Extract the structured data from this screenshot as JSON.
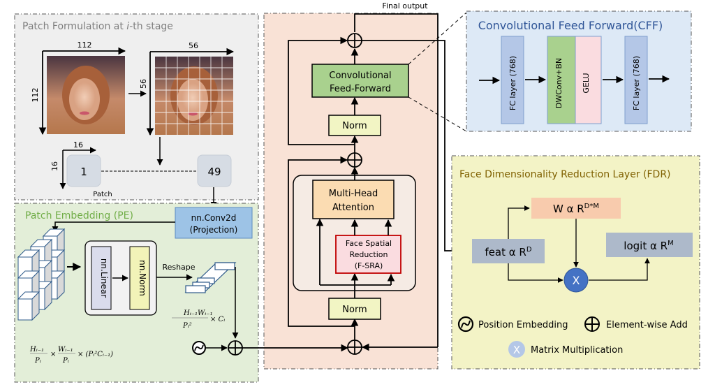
{
  "top_label": "Final output",
  "patch_formulation": {
    "title_prefix": "Patch Formulation at ",
    "title_italic": "i",
    "title_suffix": "-th stage",
    "image1": {
      "width": "112",
      "height": "112"
    },
    "image2": {
      "width": "56",
      "height": "56"
    },
    "patch_size": {
      "width": "16",
      "height": "16"
    },
    "first_patch": "1",
    "last_patch": "49",
    "patch_label": "Patch"
  },
  "patch_embedding": {
    "title": "Patch Embedding (PE)",
    "conv_line1": "nn.Conv2d",
    "conv_line2": "(Projection)",
    "linear": "nn.Linear",
    "norm": "nn.Norm",
    "reshape": "Reshape",
    "formula_reshaped": {
      "num": "Hᵢ₋₁Wᵢ₋₁",
      "den": "Pᵢ²",
      "tail": "× Cᵢ"
    },
    "formula_input": {
      "n1": "Hᵢ₋₁",
      "d1": "Pᵢ",
      "n2": "Wᵢ₋₁",
      "d2": "Pᵢ",
      "tail": "× (Pᵢ²Cᵢ₋₁)"
    }
  },
  "encoder": {
    "cff_line1": "Convolutional",
    "cff_line2": "Feed-Forward",
    "norm_top": "Norm",
    "mha_line1": "Multi-Head",
    "mha_line2": "Attention",
    "fsra_line1": "Face Spatial",
    "fsra_line2": "Reduction",
    "fsra_line3": "(F-SRA)",
    "norm_bottom": "Norm"
  },
  "cff_detail": {
    "title": "Convolutional Feed Forward(CFF)",
    "fc1": "FC layer (768)",
    "dwconv": "DWConv+BN",
    "gelu": "GELU",
    "fc2": "FC layer (768)"
  },
  "fdr": {
    "title": "Face Dimensionality Reduction Layer (FDR)",
    "weight": {
      "base": "W α R",
      "sup": "D*M"
    },
    "feat": {
      "base": "feat α R",
      "sup": "D"
    },
    "logit": {
      "base": "logit α R",
      "sup": "M"
    },
    "matmul_symbol": "X"
  },
  "legend": {
    "position_embedding": "Position Embedding",
    "elementwise_add": "Element-wise Add",
    "matrix_multiplication": "Matrix Multiplication",
    "matmul_symbol": "X"
  },
  "colors": {
    "patch_panel": "#efefef",
    "pe_panel": "#e3eed8",
    "encoder_panel": "#f9e2d6",
    "cff_panel": "#dde9f6",
    "fdr_panel": "#f3f3c6",
    "cff_green": "#a9d18e",
    "norm_yellow": "#f2f5c4",
    "mha_orange": "#fbdcb2",
    "fsra_pink": "#fadce0",
    "fsra_border": "#c00000",
    "fc_blue": "#b4c7e7",
    "gelu_pink": "#fadce0",
    "conv_blue": "#9dc3e6",
    "feat_gray": "#adb9ca",
    "weight_salmon": "#f8cbad",
    "matmul_blue": "#4472c4",
    "pe_title": "#70ad47",
    "cff_title": "#2f5597",
    "fdr_title": "#7f6000"
  }
}
